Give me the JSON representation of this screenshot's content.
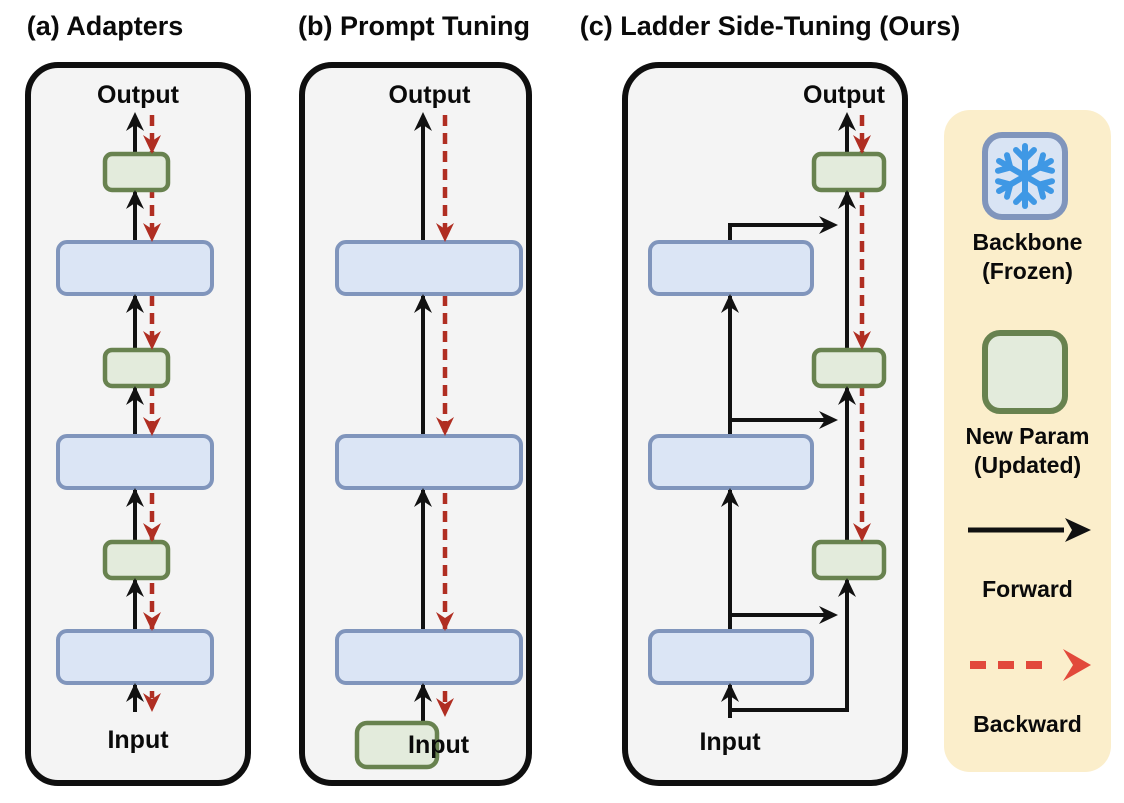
{
  "figure": {
    "description": "Comparison of parameter-efficient tuning methods"
  },
  "titles": [
    {
      "text": "(a) Adapters"
    },
    {
      "text": "(b) Prompt Tuning"
    },
    {
      "text": "(c) Ladder Side-Tuning (Ours)"
    }
  ],
  "panels": {
    "a": {
      "output": "Output",
      "input": "Input"
    },
    "b": {
      "output": "Output",
      "input": "Input"
    },
    "c": {
      "output": "Output",
      "input": "Input"
    }
  },
  "legend": {
    "backbone_line1": "Backbone",
    "backbone_line2": "(Frozen)",
    "newparam_line1": "New Param",
    "newparam_line2": "(Updated)",
    "forward": "Forward",
    "backward": "Backward",
    "icons": {
      "frozen": "snowflake-icon",
      "new_param": "green-rounded-box",
      "forward": "solid-black-right-arrow",
      "backward": "dashed-red-right-arrow"
    }
  },
  "colors": {
    "panel_bg": "#f4f4f4",
    "panel_border": "#0f0f0f",
    "blue_fill": "#dbe5f5",
    "blue_border": "#8095bc",
    "green_fill": "#e3ebdc",
    "green_border": "#68824f",
    "black_arrow": "#111111",
    "red_arrow": "#b02e22",
    "legend_bg": "#fbeecb",
    "legend_red": "#e2493b",
    "snowflake": "#3f98e5",
    "frozen_fill": "#d9e4f4"
  }
}
